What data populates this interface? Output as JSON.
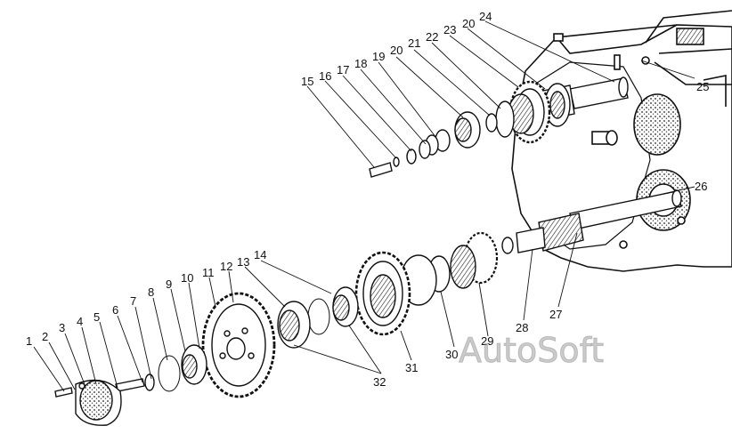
{
  "callouts": [
    "1",
    "2",
    "3",
    "4",
    "5",
    "6",
    "7",
    "8",
    "9",
    "10",
    "11",
    "12",
    "13",
    "14",
    "15",
    "16",
    "17",
    "18",
    "19",
    "20",
    "21",
    "22",
    "23",
    "20",
    "24",
    "25",
    "26",
    "27",
    "28",
    "29",
    "30",
    "31",
    "32"
  ],
  "watermark": "AutoSoft",
  "colors": {
    "ink": "#111111",
    "paper": "#ffffff",
    "watermark": "#a0a0a0"
  }
}
